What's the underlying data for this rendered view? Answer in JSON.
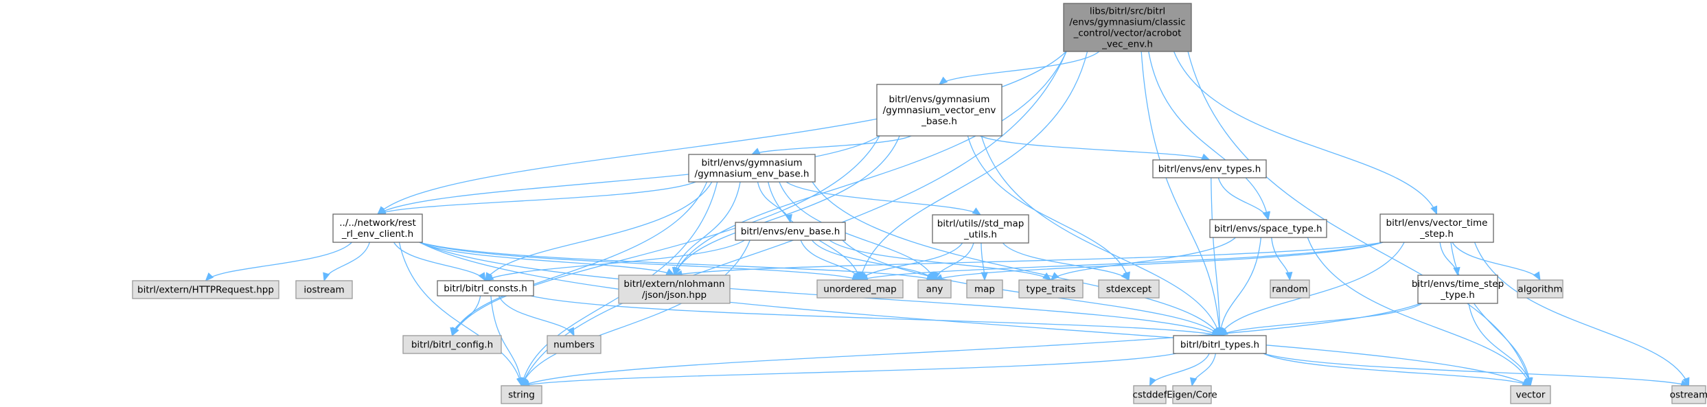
{
  "title": "libs/bitrl/src/bitrl/envs/gymnasium/classic_control/vector/acrobot_vec_env.h include dependency graph",
  "colors": {
    "root_fill": "#999999",
    "root_stroke": "#666666",
    "project_fill": "#ffffff",
    "project_stroke": "#666666",
    "external_fill": "#e0e0e0",
    "external_stroke": "#999999",
    "edge": "#63b8ff"
  },
  "nodes": [
    {
      "id": "root",
      "kind": "root",
      "lines": [
        "libs/bitrl/src/bitrl",
        "/envs/gymnasium/classic",
        "_control/vector/acrobot",
        "_vec_env.h"
      ]
    },
    {
      "id": "gym_vec_base",
      "kind": "project",
      "lines": [
        "bitrl/envs/gymnasium",
        "/gymnasium_vector_env",
        "_base.h"
      ]
    },
    {
      "id": "gym_env_base",
      "kind": "project",
      "lines": [
        "bitrl/envs/gymnasium",
        "/gymnasium_env_base.h"
      ]
    },
    {
      "id": "env_types",
      "kind": "project",
      "lines": [
        "bitrl/envs/env_types.h"
      ]
    },
    {
      "id": "rest_client",
      "kind": "project",
      "lines": [
        "../../network/rest",
        "_rl_env_client.h"
      ]
    },
    {
      "id": "env_base",
      "kind": "project",
      "lines": [
        "bitrl/envs/env_base.h"
      ]
    },
    {
      "id": "std_map_utils",
      "kind": "project",
      "lines": [
        "bitrl/utils//std_map",
        "_utils.h"
      ]
    },
    {
      "id": "space_type",
      "kind": "project",
      "lines": [
        "bitrl/envs/space_type.h"
      ]
    },
    {
      "id": "vector_time_step",
      "kind": "project",
      "lines": [
        "bitrl/envs/vector_time",
        "_step.h"
      ]
    },
    {
      "id": "http_request",
      "kind": "external",
      "lines": [
        "bitrl/extern/HTTPRequest.hpp"
      ]
    },
    {
      "id": "iostream",
      "kind": "external",
      "lines": [
        "iostream"
      ]
    },
    {
      "id": "bitrl_consts",
      "kind": "project",
      "lines": [
        "bitrl/bitrl_consts.h"
      ]
    },
    {
      "id": "json",
      "kind": "external",
      "lines": [
        "bitrl/extern/nlohmann",
        "/json/json.hpp"
      ]
    },
    {
      "id": "unordered_map",
      "kind": "external",
      "lines": [
        "unordered_map"
      ]
    },
    {
      "id": "any",
      "kind": "external",
      "lines": [
        "any"
      ]
    },
    {
      "id": "map",
      "kind": "external",
      "lines": [
        "map"
      ]
    },
    {
      "id": "type_traits",
      "kind": "external",
      "lines": [
        "type_traits"
      ]
    },
    {
      "id": "stdexcept",
      "kind": "external",
      "lines": [
        "stdexcept"
      ]
    },
    {
      "id": "random",
      "kind": "external",
      "lines": [
        "random"
      ]
    },
    {
      "id": "time_step_type",
      "kind": "project",
      "lines": [
        "bitrl/envs/time_step",
        "_type.h"
      ]
    },
    {
      "id": "algorithm",
      "kind": "external",
      "lines": [
        "algorithm"
      ]
    },
    {
      "id": "bitrl_config",
      "kind": "external",
      "lines": [
        "bitrl/bitrl_config.h"
      ]
    },
    {
      "id": "numbers",
      "kind": "external",
      "lines": [
        "numbers"
      ]
    },
    {
      "id": "bitrl_types",
      "kind": "project",
      "lines": [
        "bitrl/bitrl_types.h"
      ]
    },
    {
      "id": "string",
      "kind": "external",
      "lines": [
        "string"
      ]
    },
    {
      "id": "cstddef",
      "kind": "external",
      "lines": [
        "cstddef"
      ]
    },
    {
      "id": "eigen_core",
      "kind": "external",
      "lines": [
        "Eigen/Core"
      ]
    },
    {
      "id": "vector",
      "kind": "external",
      "lines": [
        "vector"
      ]
    },
    {
      "id": "ostream",
      "kind": "external",
      "lines": [
        "ostream"
      ]
    }
  ],
  "edges": [
    [
      "root",
      "gym_vec_base"
    ],
    [
      "root",
      "string"
    ],
    [
      "root",
      "rest_client"
    ],
    [
      "root",
      "json"
    ],
    [
      "root",
      "unordered_map"
    ],
    [
      "root",
      "bitrl_types"
    ],
    [
      "root",
      "space_type"
    ],
    [
      "root",
      "vector_time_step"
    ],
    [
      "root",
      "vector"
    ],
    [
      "gym_vec_base",
      "gym_env_base"
    ],
    [
      "gym_vec_base",
      "env_types"
    ],
    [
      "gym_vec_base",
      "rest_client"
    ],
    [
      "gym_vec_base",
      "json"
    ],
    [
      "gym_vec_base",
      "bitrl_types"
    ],
    [
      "gym_vec_base",
      "stdexcept"
    ],
    [
      "gym_vec_base",
      "bitrl_config"
    ],
    [
      "gym_env_base",
      "rest_client"
    ],
    [
      "gym_env_base",
      "env_base"
    ],
    [
      "gym_env_base",
      "std_map_utils"
    ],
    [
      "gym_env_base",
      "bitrl_consts"
    ],
    [
      "gym_env_base",
      "json"
    ],
    [
      "gym_env_base",
      "unordered_map"
    ],
    [
      "gym_env_base",
      "any"
    ],
    [
      "gym_env_base",
      "bitrl_types"
    ],
    [
      "gym_env_base",
      "bitrl_config"
    ],
    [
      "gym_env_base",
      "string"
    ],
    [
      "env_types",
      "space_type"
    ],
    [
      "env_types",
      "bitrl_types"
    ],
    [
      "rest_client",
      "http_request"
    ],
    [
      "rest_client",
      "iostream"
    ],
    [
      "rest_client",
      "bitrl_consts"
    ],
    [
      "rest_client",
      "json"
    ],
    [
      "rest_client",
      "unordered_map"
    ],
    [
      "rest_client",
      "any"
    ],
    [
      "rest_client",
      "bitrl_types"
    ],
    [
      "rest_client",
      "string"
    ],
    [
      "rest_client",
      "vector"
    ],
    [
      "env_base",
      "bitrl_consts"
    ],
    [
      "env_base",
      "unordered_map"
    ],
    [
      "env_base",
      "any"
    ],
    [
      "env_base",
      "type_traits"
    ],
    [
      "env_base",
      "bitrl_types"
    ],
    [
      "env_base",
      "string"
    ],
    [
      "std_map_utils",
      "unordered_map"
    ],
    [
      "std_map_utils",
      "any"
    ],
    [
      "std_map_utils",
      "map"
    ],
    [
      "std_map_utils",
      "stdexcept"
    ],
    [
      "space_type",
      "type_traits"
    ],
    [
      "space_type",
      "random"
    ],
    [
      "space_type",
      "bitrl_types"
    ],
    [
      "space_type",
      "vector"
    ],
    [
      "vector_time_step",
      "time_step_type"
    ],
    [
      "vector_time_step",
      "json"
    ],
    [
      "vector_time_step",
      "any"
    ],
    [
      "vector_time_step",
      "unordered_map"
    ],
    [
      "vector_time_step",
      "algorithm"
    ],
    [
      "vector_time_step",
      "bitrl_types"
    ],
    [
      "vector_time_step",
      "vector"
    ],
    [
      "vector_time_step",
      "ostream"
    ],
    [
      "time_step_type",
      "bitrl_types"
    ],
    [
      "time_step_type",
      "vector"
    ],
    [
      "time_step_type",
      "string"
    ],
    [
      "bitrl_consts",
      "bitrl_config"
    ],
    [
      "bitrl_consts",
      "numbers"
    ],
    [
      "bitrl_consts",
      "string"
    ],
    [
      "bitrl_consts",
      "bitrl_types"
    ],
    [
      "bitrl_types",
      "string"
    ],
    [
      "bitrl_types",
      "cstddef"
    ],
    [
      "bitrl_types",
      "eigen_core"
    ],
    [
      "bitrl_types",
      "vector"
    ],
    [
      "bitrl_types",
      "ostream"
    ]
  ]
}
